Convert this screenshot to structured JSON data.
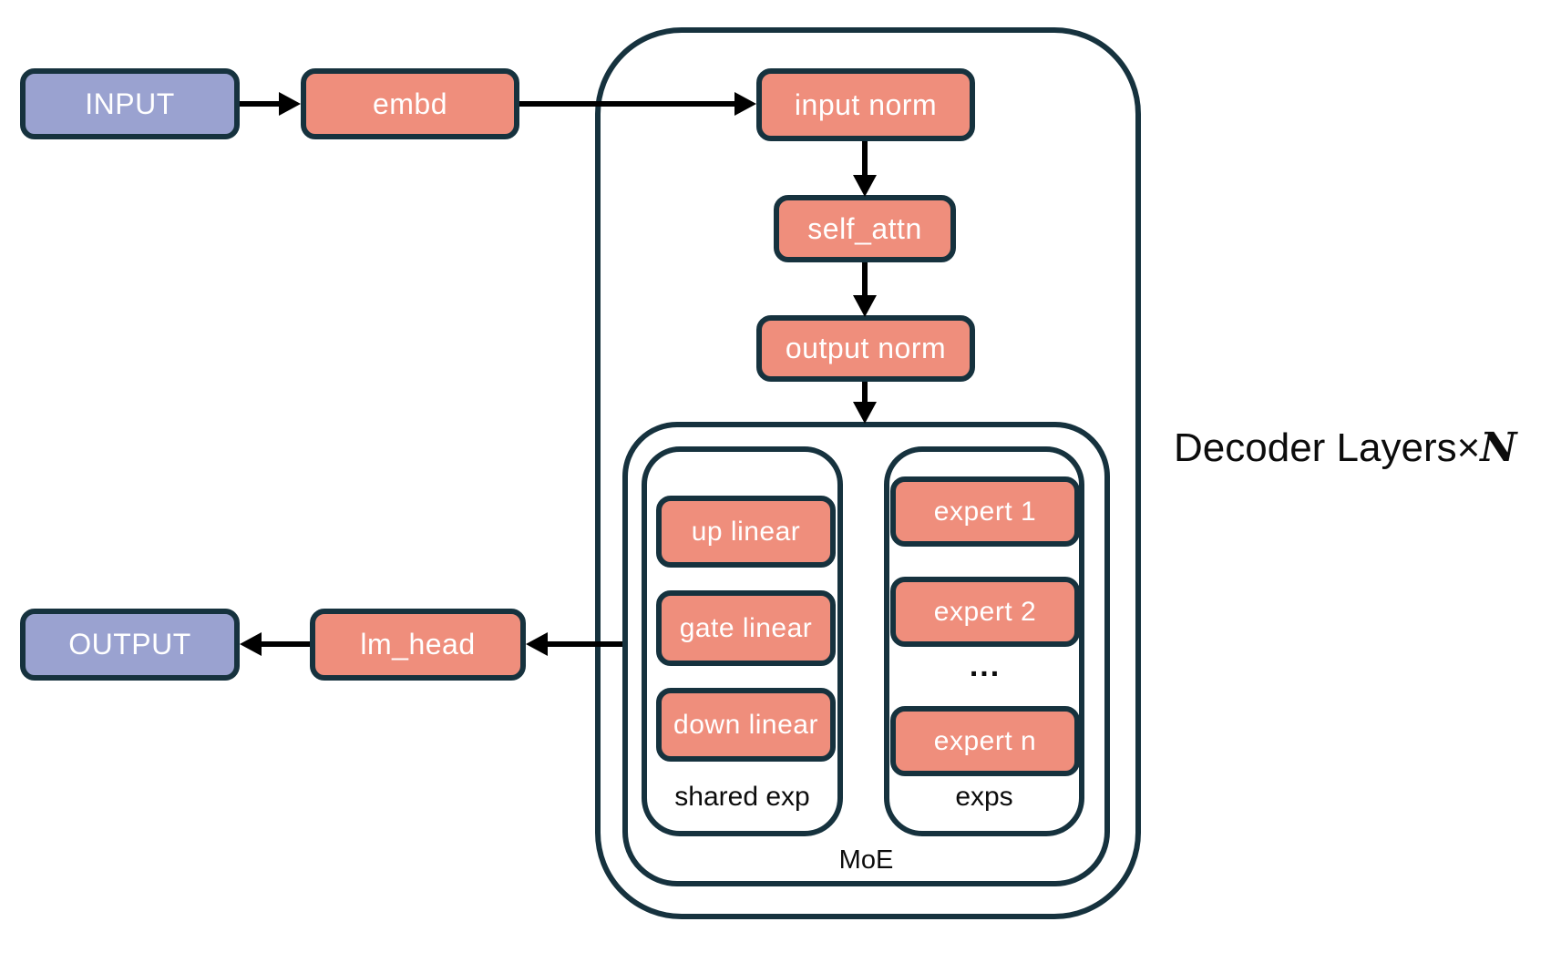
{
  "colors": {
    "navy_border": "#16323e",
    "salmon_fill": "#ef8e7c",
    "purple_fill": "#9aa2d0",
    "arrow_black": "#000000",
    "node_text": "#ffffff",
    "label_text": "#0c0c0c",
    "background": "#ffffff"
  },
  "nodes": {
    "input": "INPUT",
    "embd": "embd",
    "input_norm": "input norm",
    "self_attn": "self_attn",
    "output_norm": "output norm",
    "lm_head": "lm_head",
    "output": "OUTPUT",
    "up_linear": "up linear",
    "gate_linear": "gate linear",
    "down_linear": "down linear",
    "expert_1": "expert 1",
    "expert_2": "expert 2",
    "expert_n": "expert n"
  },
  "groups": {
    "shared_exp": "shared exp",
    "exps": "exps",
    "moe": "MoE",
    "ellipsis": "..."
  },
  "annotation": {
    "decoder_layers": "Decoder Layers×",
    "n": "N"
  }
}
